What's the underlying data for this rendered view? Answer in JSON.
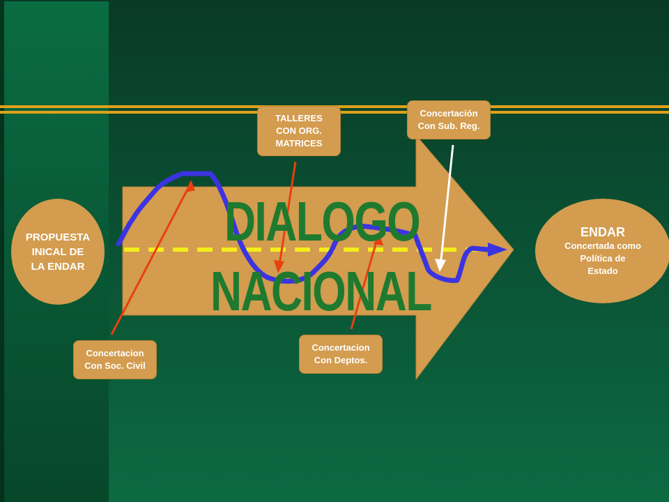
{
  "diagram": {
    "start": {
      "label": "PROPUESTA\nINICAL DE\nLA ENDAR"
    },
    "end": {
      "title": "ENDAR",
      "subtitle": "Concertada como\nPolítica de\nEstado"
    },
    "arrow_text": {
      "line1": "DIALOGO",
      "line2": "NACIONAL"
    },
    "boxes": [
      {
        "id": "soc-civil",
        "label": "Concertacion\nCon Soc. Civil"
      },
      {
        "id": "talleres",
        "label": "TALLERES\nCON ORG.\nMATRICES"
      },
      {
        "id": "deptos",
        "label": "Concertacion\nCon Deptos."
      },
      {
        "id": "sub-reg",
        "label": "Concertación\nCon Sub. Reg."
      }
    ]
  },
  "colors": {
    "background": "#0f5a3a",
    "left_band": "#0b6a3f",
    "arrow": "#d39c4f",
    "curve": "#3b34e0",
    "dashed_line": "#f4ee1a",
    "pointer": "#e8400e",
    "pointer_white": "#ffffff",
    "gold_lines": "#e0a21a",
    "big_text": "#1f7a2f"
  }
}
